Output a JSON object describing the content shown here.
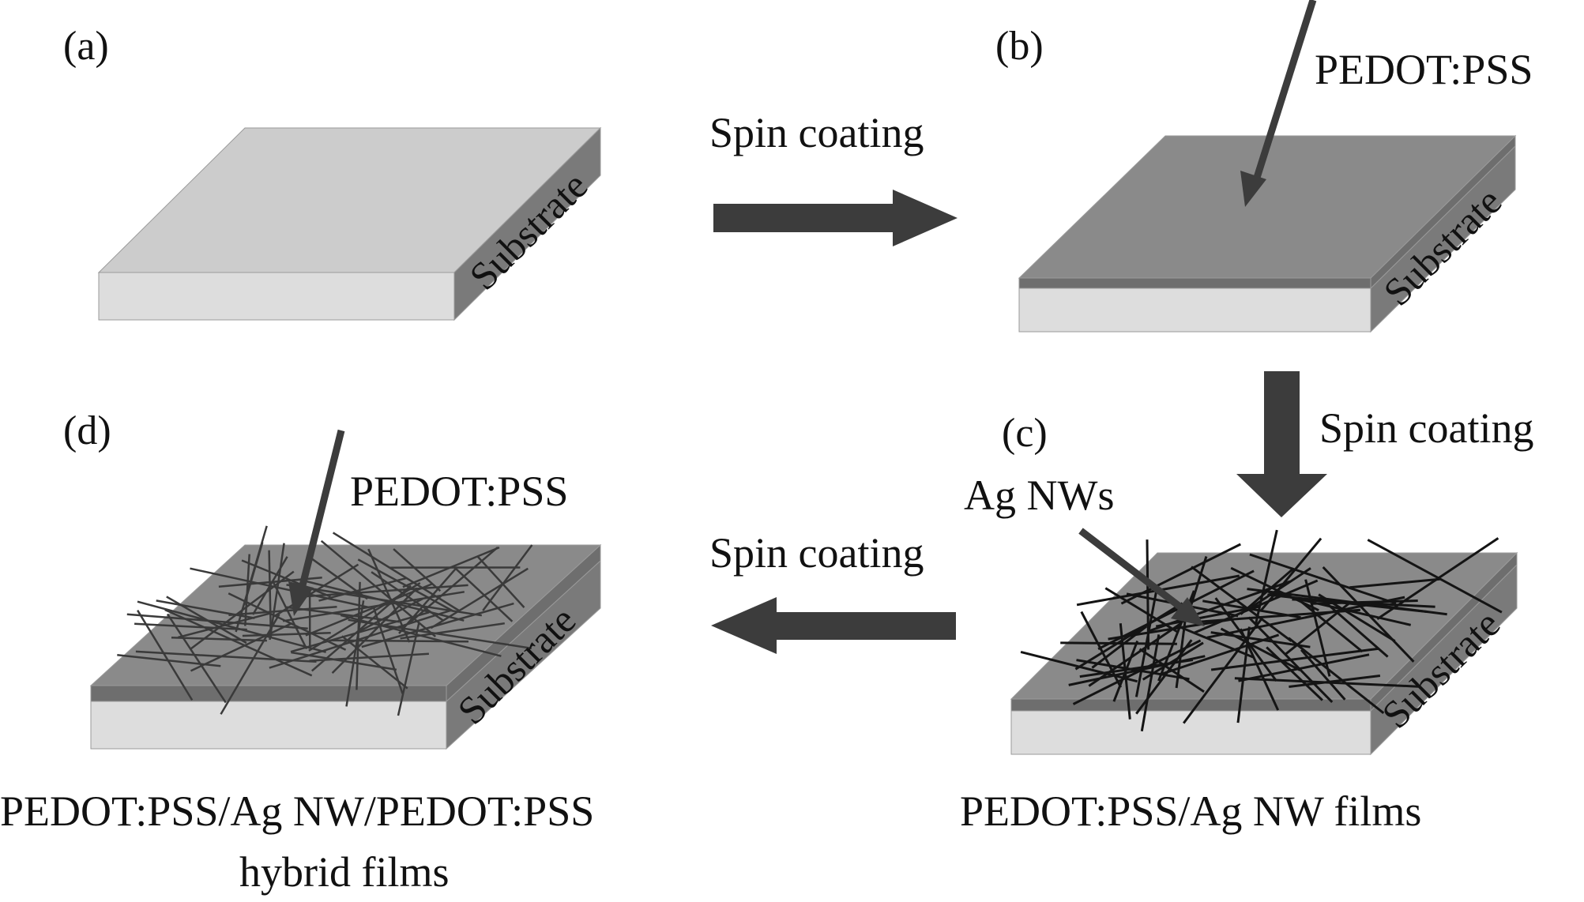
{
  "panels": {
    "a": {
      "label": "(a)",
      "substrate_label": "Substrate"
    },
    "b": {
      "label": "(b)",
      "substrate_label": "Substrate",
      "pointer_label": "PEDOT:PSS"
    },
    "c": {
      "label": "(c)",
      "substrate_label": "Substrate",
      "pointer_label": "Ag NWs",
      "caption_line1": "PEDOT:PSS/Ag NW films"
    },
    "d": {
      "label": "(d)",
      "substrate_label": "Substrate",
      "pointer_label": "PEDOT:PSS",
      "caption_line1": "PEDOT:PSS/Ag NW/PEDOT:PSS",
      "caption_line2": "hybrid films"
    }
  },
  "steps": {
    "a_to_b": {
      "label": "Spin coating",
      "direction": "right"
    },
    "b_to_c": {
      "label": "Spin coating",
      "direction": "down"
    },
    "c_to_d": {
      "label": "Spin coating",
      "direction": "left"
    }
  },
  "colors": {
    "substrate_top": "#cccccc",
    "substrate_front": "#dddddd",
    "substrate_side": "#7a7a7a",
    "pedot_layer": "#8a8a8a",
    "pedot_edge": "#6e6e6e",
    "arrow_fill": "#3c3c3c",
    "nanowire_dark": "#141414",
    "nanowire_embedded": "#3a3a3a"
  }
}
